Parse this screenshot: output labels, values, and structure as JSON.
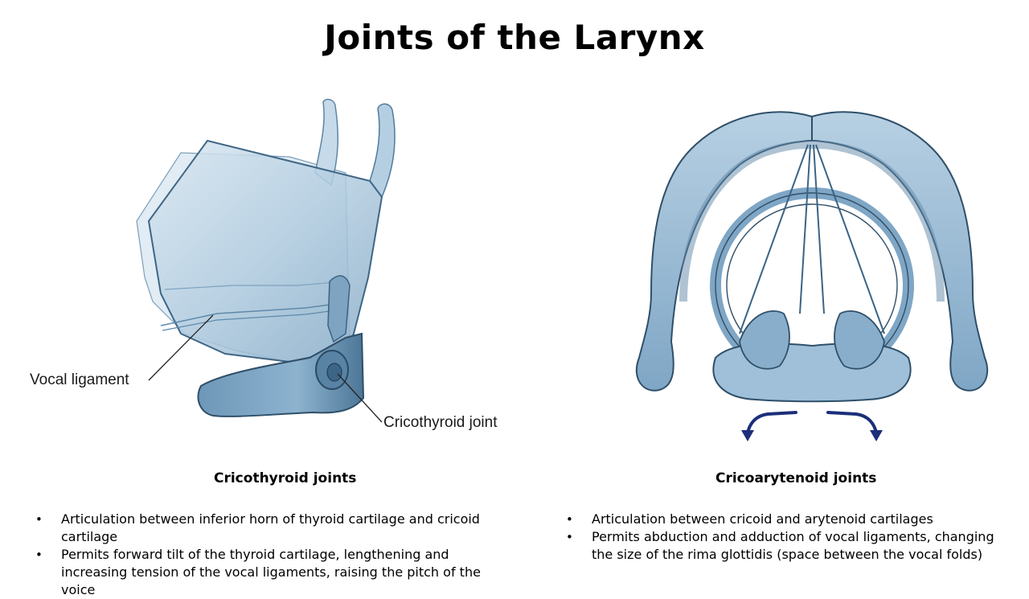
{
  "title": "Joints of the Larynx",
  "left_figure": {
    "labels": {
      "vocal_ligament": "Vocal ligament",
      "cricothyroid_joint": "Cricothyroid joint"
    },
    "section_title": "Cricothyroid  joints",
    "bullets": [
      "Articulation between inferior horn of thyroid cartilage and cricoid cartilage",
      "Permits forward tilt of the thyroid cartilage, lengthening and increasing tension of the vocal ligaments, raising the pitch of the voice"
    ]
  },
  "right_figure": {
    "section_title": "Cricoarytenoid  joints",
    "bullets": [
      "Articulation between cricoid and arytenoid cartilages",
      "Permits abduction and adduction of vocal ligaments, changing the size of the rima glottidis (space between the vocal folds)"
    ]
  },
  "colors": {
    "cartilage_light": "#c9dcea",
    "cartilage_mid": "#8fb2cd",
    "cartilage_dark": "#4f7b9c",
    "outline": "#2e4a60",
    "arrow": "#1b2f7a"
  }
}
